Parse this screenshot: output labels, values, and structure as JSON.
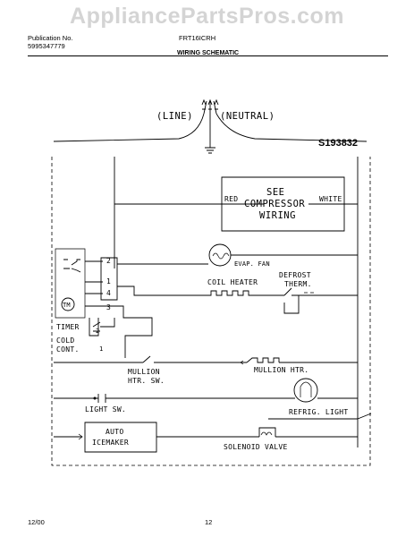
{
  "watermark": "AppliancePartsPros.com",
  "header": {
    "publication_label": "Publication No.",
    "publication_number": "5995347779",
    "model": "FRT16ICRH",
    "title": "WIRING SCHEMATIC"
  },
  "diagram": {
    "line_label": "(LINE)",
    "neutral_label": "(NEUTRAL)",
    "diagram_id": "S193832",
    "compressor": {
      "line1": "SEE",
      "line2": "COMPRESSOR",
      "line3": "WIRING",
      "red_label": "RED",
      "white_label": "WHITE"
    },
    "evap_fan": "EVAP. FAN",
    "coil_heater": "COIL HEATER",
    "defrost_therm_1": "DEFROST",
    "defrost_therm_2": "THERM.",
    "timer_tm": "TM",
    "timer": "TIMER",
    "terminals": [
      "2",
      "1",
      "4",
      "3"
    ],
    "cold_cont_1": "COLD",
    "cold_cont_2": "CONT.",
    "cold_cont_terminals": [
      "2",
      "1"
    ],
    "mullion_htr": "MULLION HTR.",
    "mullion_htr_sw_1": "MULLION",
    "mullion_htr_sw_2": "HTR. SW.",
    "light_sw": "LIGHT SW.",
    "refrig_light": "REFRIG. LIGHT",
    "auto_icemaker_1": "AUTO",
    "auto_icemaker_2": "ICEMAKER",
    "solenoid_valve": "SOLENOID VALVE"
  },
  "footer": {
    "date": "12/00",
    "page": "12"
  }
}
